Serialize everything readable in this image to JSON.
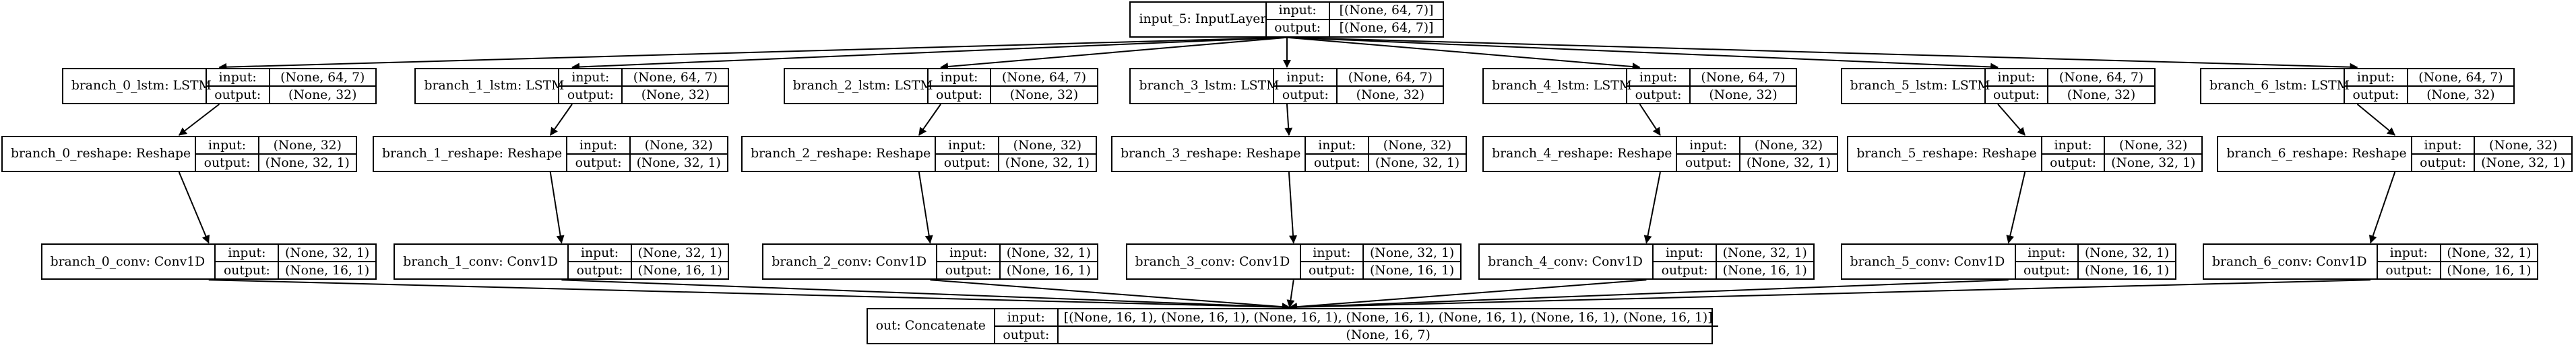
{
  "model_graph": {
    "input_label": "input:",
    "output_label": "output:",
    "nodes": [
      {
        "id": "input",
        "name": "input_5: InputLayer",
        "input": "[(None, 64, 7)]",
        "output": "[(None, 64, 7)]"
      },
      {
        "id": "lstm0",
        "name": "branch_0_lstm: LSTM",
        "input": "(None, 64, 7)",
        "output": "(None, 32)"
      },
      {
        "id": "lstm1",
        "name": "branch_1_lstm: LSTM",
        "input": "(None, 64, 7)",
        "output": "(None, 32)"
      },
      {
        "id": "lstm2",
        "name": "branch_2_lstm: LSTM",
        "input": "(None, 64, 7)",
        "output": "(None, 32)"
      },
      {
        "id": "lstm3",
        "name": "branch_3_lstm: LSTM",
        "input": "(None, 64, 7)",
        "output": "(None, 32)"
      },
      {
        "id": "lstm4",
        "name": "branch_4_lstm: LSTM",
        "input": "(None, 64, 7)",
        "output": "(None, 32)"
      },
      {
        "id": "lstm5",
        "name": "branch_5_lstm: LSTM",
        "input": "(None, 64, 7)",
        "output": "(None, 32)"
      },
      {
        "id": "lstm6",
        "name": "branch_6_lstm: LSTM",
        "input": "(None, 64, 7)",
        "output": "(None, 32)"
      },
      {
        "id": "resh0",
        "name": "branch_0_reshape: Reshape",
        "input": "(None, 32)",
        "output": "(None, 32, 1)"
      },
      {
        "id": "resh1",
        "name": "branch_1_reshape: Reshape",
        "input": "(None, 32)",
        "output": "(None, 32, 1)"
      },
      {
        "id": "resh2",
        "name": "branch_2_reshape: Reshape",
        "input": "(None, 32)",
        "output": "(None, 32, 1)"
      },
      {
        "id": "resh3",
        "name": "branch_3_reshape: Reshape",
        "input": "(None, 32)",
        "output": "(None, 32, 1)"
      },
      {
        "id": "resh4",
        "name": "branch_4_reshape: Reshape",
        "input": "(None, 32)",
        "output": "(None, 32, 1)"
      },
      {
        "id": "resh5",
        "name": "branch_5_reshape: Reshape",
        "input": "(None, 32)",
        "output": "(None, 32, 1)"
      },
      {
        "id": "resh6",
        "name": "branch_6_reshape: Reshape",
        "input": "(None, 32)",
        "output": "(None, 32, 1)"
      },
      {
        "id": "conv0",
        "name": "branch_0_conv: Conv1D",
        "input": "(None, 32, 1)",
        "output": "(None, 16, 1)"
      },
      {
        "id": "conv1",
        "name": "branch_1_conv: Conv1D",
        "input": "(None, 32, 1)",
        "output": "(None, 16, 1)"
      },
      {
        "id": "conv2",
        "name": "branch_2_conv: Conv1D",
        "input": "(None, 32, 1)",
        "output": "(None, 16, 1)"
      },
      {
        "id": "conv3",
        "name": "branch_3_conv: Conv1D",
        "input": "(None, 32, 1)",
        "output": "(None, 16, 1)"
      },
      {
        "id": "conv4",
        "name": "branch_4_conv: Conv1D",
        "input": "(None, 32, 1)",
        "output": "(None, 16, 1)"
      },
      {
        "id": "conv5",
        "name": "branch_5_conv: Conv1D",
        "input": "(None, 32, 1)",
        "output": "(None, 16, 1)"
      },
      {
        "id": "conv6",
        "name": "branch_6_conv: Conv1D",
        "input": "(None, 32, 1)",
        "output": "(None, 16, 1)"
      },
      {
        "id": "out",
        "name": "out: Concatenate",
        "input": "[(None, 16, 1), (None, 16, 1), (None, 16, 1), (None, 16, 1), (None, 16, 1), (None, 16, 1), (None, 16, 1)]",
        "output": "(None, 16, 7)"
      }
    ],
    "edges": [
      [
        "input",
        "lstm0"
      ],
      [
        "input",
        "lstm1"
      ],
      [
        "input",
        "lstm2"
      ],
      [
        "input",
        "lstm3"
      ],
      [
        "input",
        "lstm4"
      ],
      [
        "input",
        "lstm5"
      ],
      [
        "input",
        "lstm6"
      ],
      [
        "lstm0",
        "resh0"
      ],
      [
        "lstm1",
        "resh1"
      ],
      [
        "lstm2",
        "resh2"
      ],
      [
        "lstm3",
        "resh3"
      ],
      [
        "lstm4",
        "resh4"
      ],
      [
        "lstm5",
        "resh5"
      ],
      [
        "lstm6",
        "resh6"
      ],
      [
        "resh0",
        "conv0"
      ],
      [
        "resh1",
        "conv1"
      ],
      [
        "resh2",
        "conv2"
      ],
      [
        "resh3",
        "conv3"
      ],
      [
        "resh4",
        "conv4"
      ],
      [
        "resh5",
        "conv5"
      ],
      [
        "resh6",
        "conv6"
      ],
      [
        "conv0",
        "out"
      ],
      [
        "conv1",
        "out"
      ],
      [
        "conv2",
        "out"
      ],
      [
        "conv3",
        "out"
      ],
      [
        "conv4",
        "out"
      ],
      [
        "conv5",
        "out"
      ],
      [
        "conv6",
        "out"
      ]
    ]
  }
}
